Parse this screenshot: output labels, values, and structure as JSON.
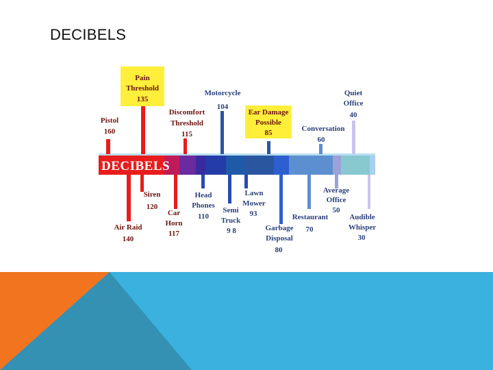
{
  "slide": {
    "title": "DECIBELS"
  },
  "colors": {
    "orange": "#f2741f",
    "blue": "#3ab1de",
    "teal": "#3591b4",
    "highlight": "#ffef3a"
  },
  "diagram": {
    "band_label": "DECIBELS",
    "above": {
      "pain_threshold": [
        "Pain",
        "Threshold",
        "135"
      ],
      "pistol": [
        "Pistol",
        "160"
      ],
      "discomfort_threshold": [
        "Discomfort",
        "Threshold",
        "115"
      ],
      "motorcycle": [
        "Motorcycle",
        "104"
      ],
      "ear_damage": [
        "Ear Damage",
        "Possible",
        "85"
      ],
      "conversation": [
        "Conversation",
        "60"
      ],
      "quiet_office": [
        "Quiet",
        "Office",
        "40"
      ]
    },
    "below": {
      "siren": [
        "Siren",
        "120"
      ],
      "air_raid": [
        "Air Raid",
        "140"
      ],
      "car_horn": [
        "Car",
        "Horn",
        "117"
      ],
      "head_phones": [
        "Head",
        "Phones",
        "110"
      ],
      "semi_truck": [
        "Semi",
        "Truck",
        "9 8"
      ],
      "lawn_mower": [
        "Lawn",
        "Mower",
        "93"
      ],
      "garbage_disposal": [
        "Garbage",
        "Disposal",
        "80"
      ],
      "restaurant": [
        "Restaurant",
        "70"
      ],
      "average_office": [
        "Average",
        "Office",
        "50"
      ],
      "audible_whisper": [
        "Audible",
        "Whisper",
        "30"
      ]
    }
  }
}
